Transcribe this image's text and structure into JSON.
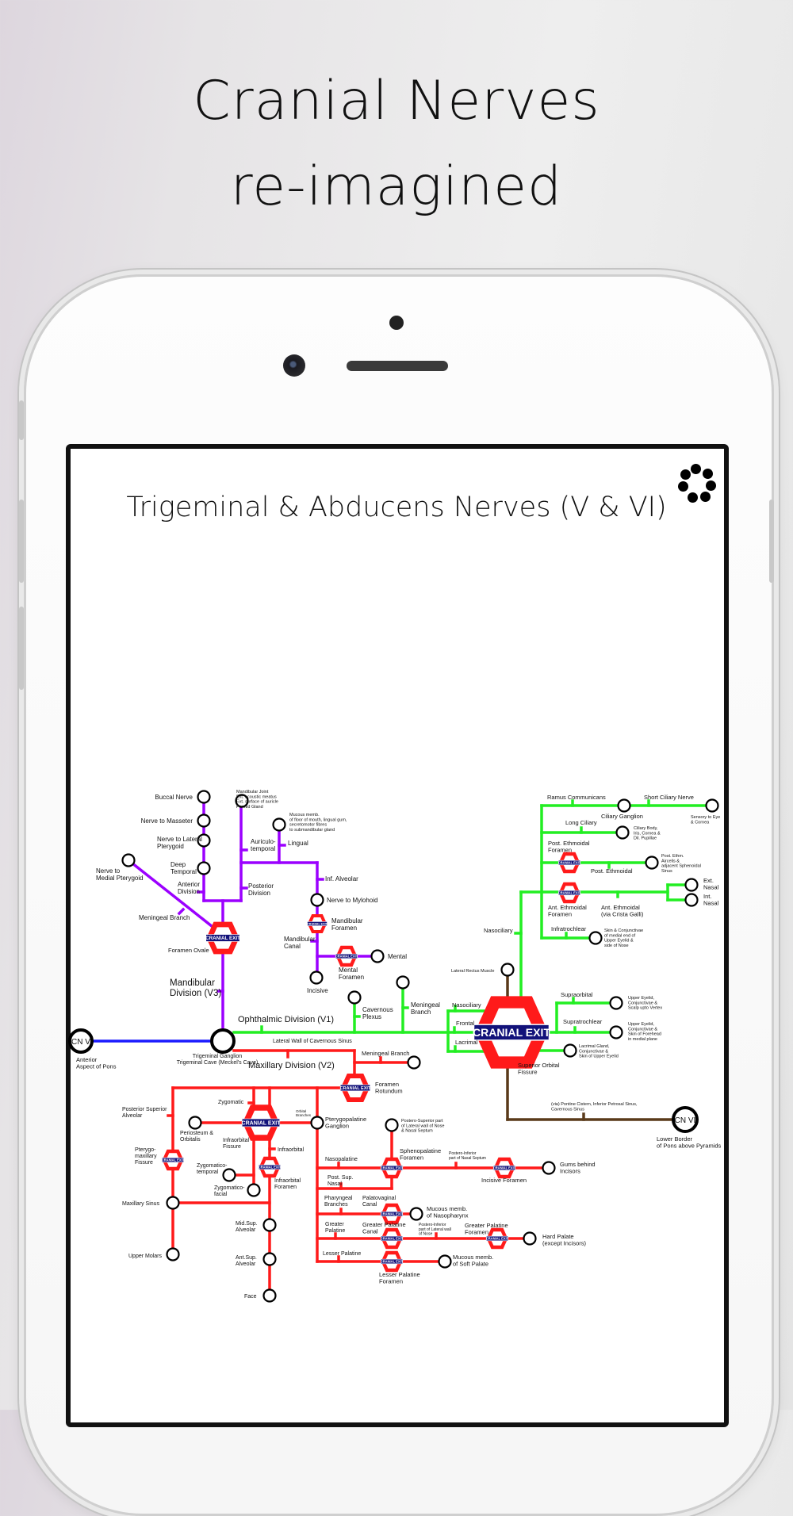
{
  "headline": {
    "line1": "Cranial Nerves",
    "line2": "re-imagined"
  },
  "screen": {
    "title": "Trigeminal & Abducens Nerves (V & VI)",
    "menu_icon": "dots-circle-icon"
  },
  "colors": {
    "v3": "#9b00ff",
    "v1": "#22ee22",
    "v2": "#ff1a1a",
    "cn5": "#1a1aff",
    "cn6": "#5a3a1a",
    "exit_ring": "#ff1a1a",
    "exit_bar": "#12127a"
  },
  "diagram": {
    "exit_label": "CRANIAL EXIT",
    "cn5": "CN V",
    "cn6": "CN VI",
    "labels": {
      "buccal": [
        "Buccal Nerve"
      ],
      "masseter": [
        "Nerve to Masseter"
      ],
      "lat_pterygoid": [
        "Nerve to Lateral",
        "Pterygoid"
      ],
      "deep_temporal": [
        "Deep",
        "Temporal"
      ],
      "ant_division": [
        "Anterior",
        "Division"
      ],
      "med_pterygoid": [
        "Nerve to",
        "Medial Pterygoid"
      ],
      "meningeal_v3": [
        "Meningeal Branch"
      ],
      "mand_joint": [
        "Mandibular Joint",
        "Ext. acoustic meatus",
        "Ext. surface of auricle",
        "Parotid Gland"
      ],
      "mucous_floor": [
        "Mucous memb.",
        "of floor of mouth, lingual gum,",
        "secretomotor fibres",
        "to submandibular gland"
      ],
      "auriculotemporal": [
        "Auriculo-",
        "temporal"
      ],
      "lingual": [
        "Lingual"
      ],
      "post_division": [
        "Posterior",
        "Division"
      ],
      "inf_alveolar": [
        "Inf. Alveolar"
      ],
      "mylohoid": [
        "Nerve to Mylohoid"
      ],
      "mand_foramen": [
        "Mandibular",
        "Foramen"
      ],
      "mand_canal": [
        "Mandibular",
        "Canal"
      ],
      "mental": [
        "Mental"
      ],
      "mental_foramen": [
        "Mental",
        "Foramen"
      ],
      "incisive": [
        "Incisive"
      ],
      "foramen_ovale": [
        "Foramen Ovale"
      ],
      "v3_title": [
        "Mandibular",
        "Division (V3)"
      ],
      "pons_ant": [
        "Anterior",
        "Aspect of Pons"
      ],
      "trig_ganglion": [
        "Trigeminal Ganglion",
        "Trigeminal Cave (Meckel's Cave)"
      ],
      "v1_title": [
        "Ophthalmic Division (V1)"
      ],
      "lat_wall": [
        "Lateral Wall of Cavernous Sinus"
      ],
      "cav_plexus": [
        "Cavernous",
        "Plexus"
      ],
      "meningeal_v1": [
        "Meningeal",
        "Branch"
      ],
      "nasociliary_a": [
        "Nasociliary"
      ],
      "frontal": [
        "Frontal"
      ],
      "lacrimal": [
        "Lacrimal"
      ],
      "lat_rectus": [
        "Lateral Rectus Muscle"
      ],
      "nasociliary_b": [
        "Nasociliary"
      ],
      "ramus": [
        "Ramus Communicans"
      ],
      "short_ciliary": [
        "Short Ciliary Nerve"
      ],
      "ciliary_ganglion": [
        "Ciliary Ganglion"
      ],
      "sensory_eye": [
        "Sensory to Eye",
        "& Cornea"
      ],
      "long_ciliary": [
        "Long Ciliary"
      ],
      "ciliary_body": [
        "Ciliary Body,",
        "Iris, Cornea &",
        "Dil. Pupillae"
      ],
      "post_eth_foramen": [
        "Post. Ethmoidal",
        "Foramen"
      ],
      "post_eth": [
        "Post. Ethmoidal"
      ],
      "post_eth_air": [
        "Post. Ethm.",
        "Aircells &",
        "adjacent Sphenoidal",
        "Sinus"
      ],
      "ext_nasal": [
        "Ext.",
        "Nasal"
      ],
      "int_nasal": [
        "Int.",
        "Nasal"
      ],
      "ant_eth_foramen": [
        "Ant. Ethmoidal",
        "Foramen"
      ],
      "ant_eth": [
        "Ant. Ethmoidal",
        "(via Crista Galli)"
      ],
      "infratrochlear": [
        "Infratrochlear"
      ],
      "skin_medial": [
        "Skin & Conjunctivae",
        "of medial end of",
        "Upper Eyelid &",
        "side of Nose"
      ],
      "supraorbital": [
        "Supraorbital"
      ],
      "supratrochlear": [
        "Supratrochlear"
      ],
      "supraorb_target": [
        "Upper Eyelid,",
        "Conjunctivae &",
        "Scalp upto Vertex"
      ],
      "supratroch_target": [
        "Upper Eyelid,",
        "Conjunctivae &",
        "Skin of Forehead",
        "in medial plane"
      ],
      "lacrimal_target": [
        "Lacrimal Gland,",
        "Conjunctivae &",
        "Skin of Upper Eyelid"
      ],
      "sup_orb_fissure": [
        "Superior Orbital",
        "Fissure"
      ],
      "cn6_path": [
        "(via) Pontine Cistern, Inferior Petrosal Sinus,",
        "Cavernous Sinus"
      ],
      "pons_lower": [
        "Lower Border",
        "of Pons above Pyramids"
      ],
      "v2_title": [
        "Maxillary Division (V2)"
      ],
      "meningeal_v2": [
        "Meningeal Branch"
      ],
      "foramen_rotundum": [
        "Foramen",
        "Rotundum"
      ],
      "zygomatic": [
        "Zygomatic"
      ],
      "post_sup_alveolar": [
        "Posterior Superior",
        "Alveolar"
      ],
      "orbital_branches": [
        "Orbital",
        "Branches"
      ],
      "pterygopalatine": [
        "Pterygopalatine",
        "Ganglion"
      ],
      "periosteum": [
        "Periosteum &",
        "Orbitalis"
      ],
      "infraorb_fissure": [
        "Infraorbital",
        "Fissure"
      ],
      "infraorbital": [
        "Infraorbital"
      ],
      "pterygomax": [
        "Pterygo-",
        "maxillary",
        "Fissure"
      ],
      "zyg_temporal": [
        "Zygomatico-",
        "temporal"
      ],
      "zyg_facial": [
        "Zygomatico-",
        "facial"
      ],
      "infraorb_foramen": [
        "Infraorbital",
        "Foramen"
      ],
      "max_sinus": [
        "Maxillary Sinus"
      ],
      "upper_molars": [
        "Upper Molars"
      ],
      "mid_sup": [
        "Mid.Sup.",
        "Alveolar"
      ],
      "ant_sup": [
        "Ant.Sup.",
        "Alveolar"
      ],
      "face": [
        "Face"
      ],
      "postsup_nose": [
        "Postero-Superior part",
        "of Lateral wall of Nose",
        "& Nasal Septum"
      ],
      "sphenopalatine": [
        "Sphenopalatine",
        "Foramen"
      ],
      "nasopalatine": [
        "Nasopalatine"
      ],
      "postinf_septum": [
        "Postero-Inferior",
        "part of Nasal Septum"
      ],
      "incisive_foramen": [
        "Incisive Foramen"
      ],
      "gums": [
        "Gums behind",
        "Incisors"
      ],
      "post_sup_nasal": [
        "Post. Sup.",
        "Nasal"
      ],
      "pharyngeal": [
        "Pharyngeal",
        "Branches"
      ],
      "palatovaginal": [
        "Palatovaginal",
        "Canal"
      ],
      "mucous_nasopharynx": [
        "Mucous memb.",
        "of Nasopharynx"
      ],
      "greater_palatine": [
        "Greater",
        "Palatine"
      ],
      "gp_canal": [
        "Greater Palatine",
        "Canal"
      ],
      "postinf_nose": [
        "Postero-Inferior",
        "part of Lateral wall",
        "of Nose"
      ],
      "gp_foramen": [
        "Greater Palatine",
        "Foramen"
      ],
      "hard_palate": [
        "Hard Palate",
        "(except Incisors)"
      ],
      "lesser_palatine": [
        "Lesser Palatine"
      ],
      "lp_foramen": [
        "Lesser Palatine",
        "Foramen"
      ],
      "soft_palate": [
        "Mucous memb.",
        "of Soft Palate"
      ]
    }
  }
}
